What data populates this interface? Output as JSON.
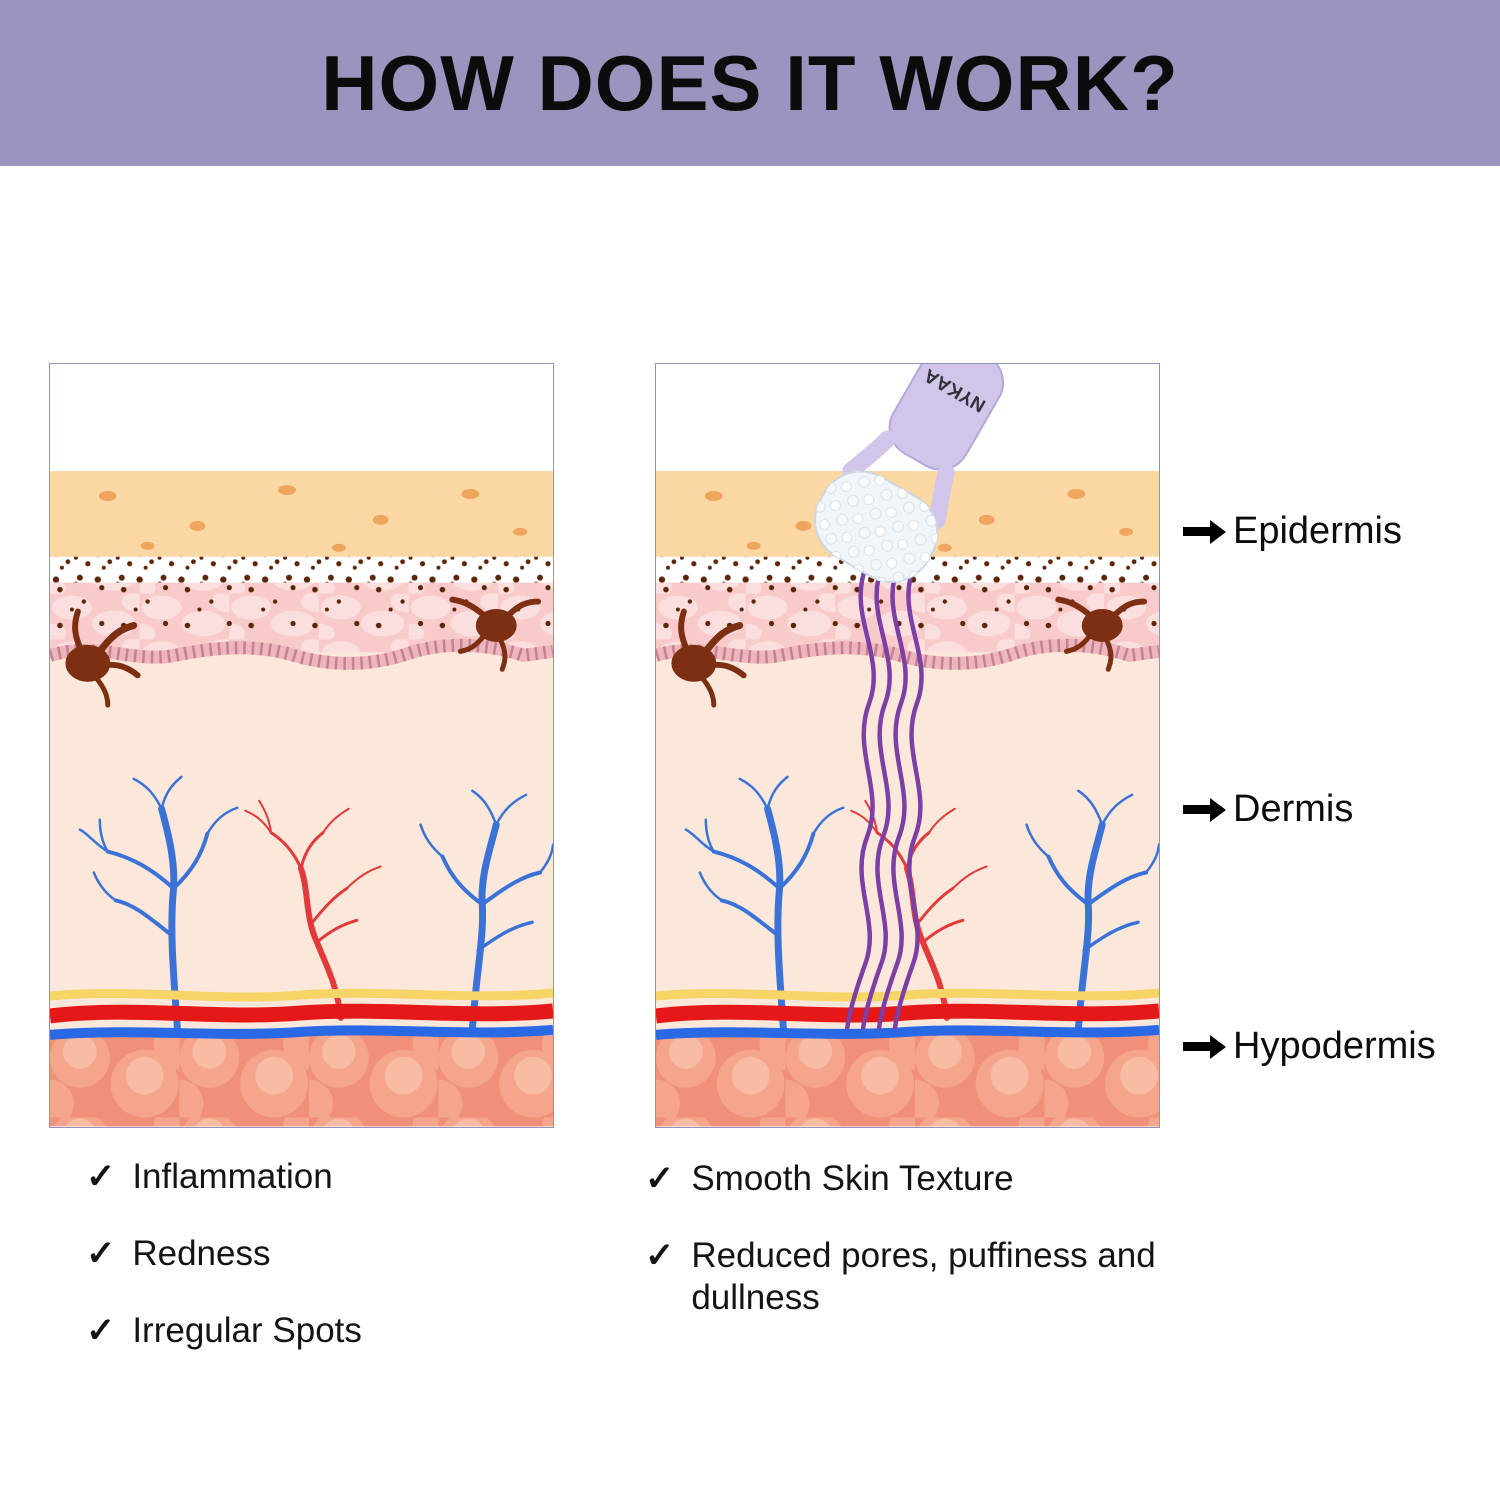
{
  "header": {
    "title": "HOW DOES IT WORK?"
  },
  "icons": {
    "check": "✓"
  },
  "device": {
    "brand": "NYKAA"
  },
  "layer_labels": [
    {
      "label": "Epidermis"
    },
    {
      "label": "Dermis"
    },
    {
      "label": "Hypodermis"
    }
  ],
  "before_list": {
    "items": [
      "Inflammation",
      "Redness",
      "Irregular Spots"
    ]
  },
  "after_list": {
    "items": [
      "Smooth Skin Texture",
      "Reduced pores, puffiness and dullness"
    ]
  },
  "colors": {
    "header_bg": "#9c94be",
    "wave_purple": "#7b3fa6"
  }
}
